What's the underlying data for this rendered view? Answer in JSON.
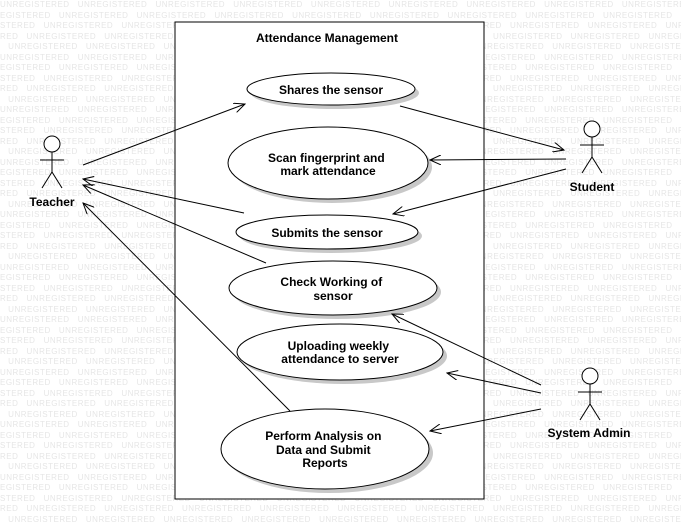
{
  "watermark": "UNREGISTERED",
  "system": {
    "title": "Attendance Management"
  },
  "actors": {
    "teacher": "Teacher",
    "student": "Student",
    "admin": "System Admin"
  },
  "use_cases": {
    "shares": [
      "Shares the sensor"
    ],
    "scan": [
      "Scan fingerprint and",
      "mark attendance"
    ],
    "submits": [
      "Submits the sensor"
    ],
    "check": [
      "Check Working of",
      "sensor"
    ],
    "upload": [
      "Uploading weekly",
      "attendance to server"
    ],
    "analysis": [
      "Perform Analysis on",
      "Data and Submit",
      "Reports"
    ]
  }
}
